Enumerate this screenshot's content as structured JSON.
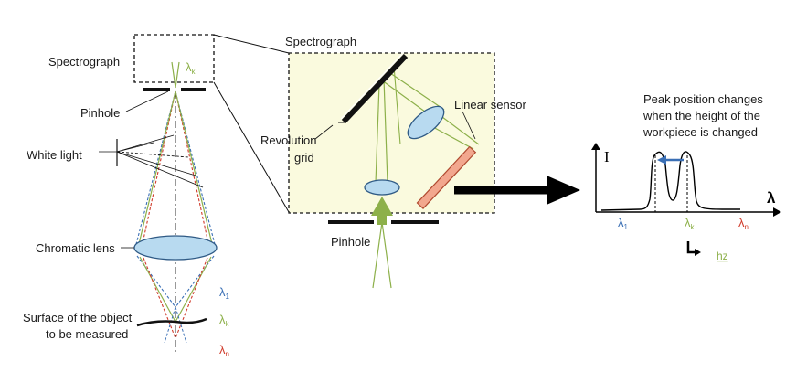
{
  "labels": {
    "spectrograph_left": "Spectrograph",
    "pinhole_left": "Pinhole",
    "white_light": "White light",
    "chromatic_lens": "Chromatic lens",
    "surface_line1": "Surface of the object",
    "surface_line2": "to be measured",
    "spectrograph_box": "Spectrograph",
    "revolution_grid_line1": "Revolution",
    "revolution_grid_line2": "grid",
    "linear_sensor": "Linear sensor",
    "pinhole_center": "Pinhole",
    "peak_note_line1": "Peak position changes",
    "peak_note_line2": "when the height of the",
    "peak_note_line3": "workpiece is changed",
    "intensity_axis": "I",
    "wavelength_axis": "λ",
    "lambda_symbol": "λ",
    "sub_1": "1",
    "sub_k": "k",
    "sub_n": "n",
    "height_label": "hz"
  },
  "colors": {
    "lambda_1": "#3a6fb5",
    "lambda_k": "#8db04a",
    "lambda_n": "#d03a2a",
    "box_fill": "#fafade",
    "lens_fill": "#b8daf0",
    "lens_stroke": "#2f5a85",
    "sensor_fill": "#f2a78e",
    "sensor_stroke": "#b04a30",
    "arrow_blue": "#3a6fb5"
  }
}
